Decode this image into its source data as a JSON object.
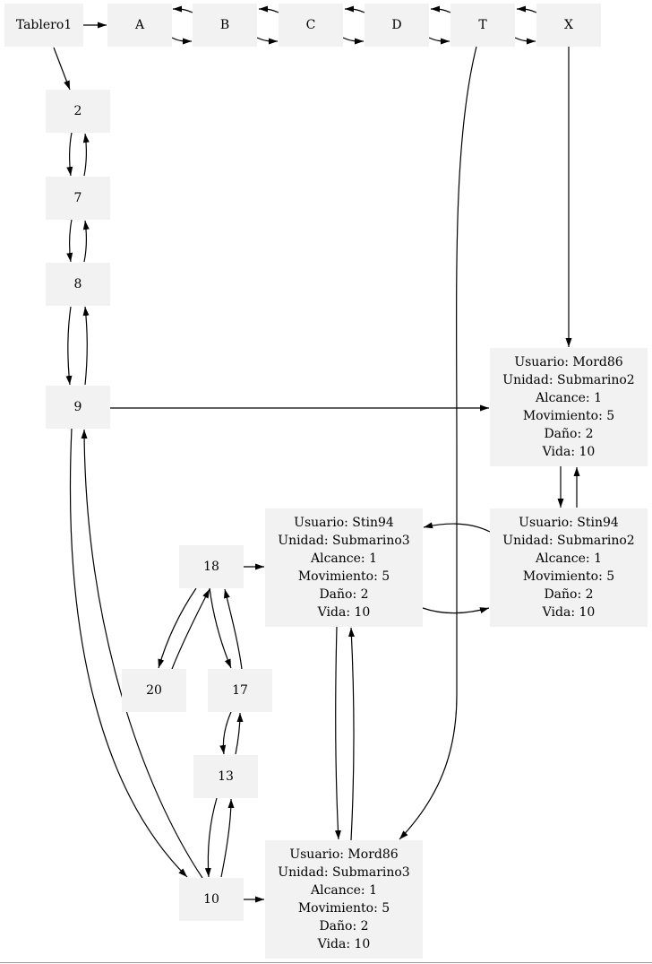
{
  "nodes": {
    "tablero1": {
      "lines": [
        "Tablero1"
      ]
    },
    "A": {
      "lines": [
        "A"
      ]
    },
    "B": {
      "lines": [
        "B"
      ]
    },
    "C": {
      "lines": [
        "C"
      ]
    },
    "D": {
      "lines": [
        "D"
      ]
    },
    "T": {
      "lines": [
        "T"
      ]
    },
    "X": {
      "lines": [
        "X"
      ]
    },
    "n2": {
      "lines": [
        "2"
      ]
    },
    "n7": {
      "lines": [
        "7"
      ]
    },
    "n8": {
      "lines": [
        "8"
      ]
    },
    "n9": {
      "lines": [
        "9"
      ]
    },
    "n18": {
      "lines": [
        "18"
      ]
    },
    "n20": {
      "lines": [
        "20"
      ]
    },
    "n17": {
      "lines": [
        "17"
      ]
    },
    "n13": {
      "lines": [
        "13"
      ]
    },
    "n10": {
      "lines": [
        "10"
      ]
    },
    "mord86_sub2": {
      "lines": [
        "Usuario: Mord86",
        "Unidad: Submarino2",
        "Alcance: 1",
        "Movimiento: 5",
        "Daño: 2",
        "Vida: 10"
      ]
    },
    "stin94_sub2": {
      "lines": [
        "Usuario: Stin94",
        "Unidad: Submarino2",
        "Alcance: 1",
        "Movimiento: 5",
        "Daño: 2",
        "Vida: 10"
      ]
    },
    "stin94_sub3": {
      "lines": [
        "Usuario: Stin94",
        "Unidad: Submarino3",
        "Alcance: 1",
        "Movimiento: 5",
        "Daño: 2",
        "Vida: 10"
      ]
    },
    "mord86_sub3": {
      "lines": [
        "Usuario: Mord86",
        "Unidad: Submarino3",
        "Alcance: 1",
        "Movimiento: 5",
        "Daño: 2",
        "Vida: 10"
      ]
    }
  },
  "edges": [
    {
      "from": "tablero1",
      "to": "A"
    },
    {
      "from": "A",
      "to": "B"
    },
    {
      "from": "B",
      "to": "A"
    },
    {
      "from": "B",
      "to": "C"
    },
    {
      "from": "C",
      "to": "B"
    },
    {
      "from": "C",
      "to": "D"
    },
    {
      "from": "D",
      "to": "C"
    },
    {
      "from": "D",
      "to": "T"
    },
    {
      "from": "T",
      "to": "D"
    },
    {
      "from": "T",
      "to": "X"
    },
    {
      "from": "X",
      "to": "T"
    },
    {
      "from": "tablero1",
      "to": "n2"
    },
    {
      "from": "n2",
      "to": "n7"
    },
    {
      "from": "n7",
      "to": "n2"
    },
    {
      "from": "n7",
      "to": "n8"
    },
    {
      "from": "n8",
      "to": "n7"
    },
    {
      "from": "n8",
      "to": "n9"
    },
    {
      "from": "n9",
      "to": "n8"
    },
    {
      "from": "n9",
      "to": "mord86_sub2"
    },
    {
      "from": "X",
      "to": "mord86_sub2"
    },
    {
      "from": "mord86_sub2",
      "to": "stin94_sub2"
    },
    {
      "from": "stin94_sub2",
      "to": "mord86_sub2"
    },
    {
      "from": "stin94_sub2",
      "to": "stin94_sub3"
    },
    {
      "from": "stin94_sub3",
      "to": "stin94_sub2"
    },
    {
      "from": "n18",
      "to": "stin94_sub3"
    },
    {
      "from": "n18",
      "to": "n20"
    },
    {
      "from": "n20",
      "to": "n18"
    },
    {
      "from": "n18",
      "to": "n17"
    },
    {
      "from": "n17",
      "to": "n18"
    },
    {
      "from": "n17",
      "to": "n13"
    },
    {
      "from": "n13",
      "to": "n17"
    },
    {
      "from": "n13",
      "to": "n10"
    },
    {
      "from": "n10",
      "to": "n13"
    },
    {
      "from": "n9",
      "to": "n10"
    },
    {
      "from": "n10",
      "to": "n9"
    },
    {
      "from": "n10",
      "to": "mord86_sub3"
    },
    {
      "from": "T",
      "to": "mord86_sub3"
    },
    {
      "from": "stin94_sub3",
      "to": "mord86_sub3"
    },
    {
      "from": "mord86_sub3",
      "to": "stin94_sub3"
    }
  ]
}
